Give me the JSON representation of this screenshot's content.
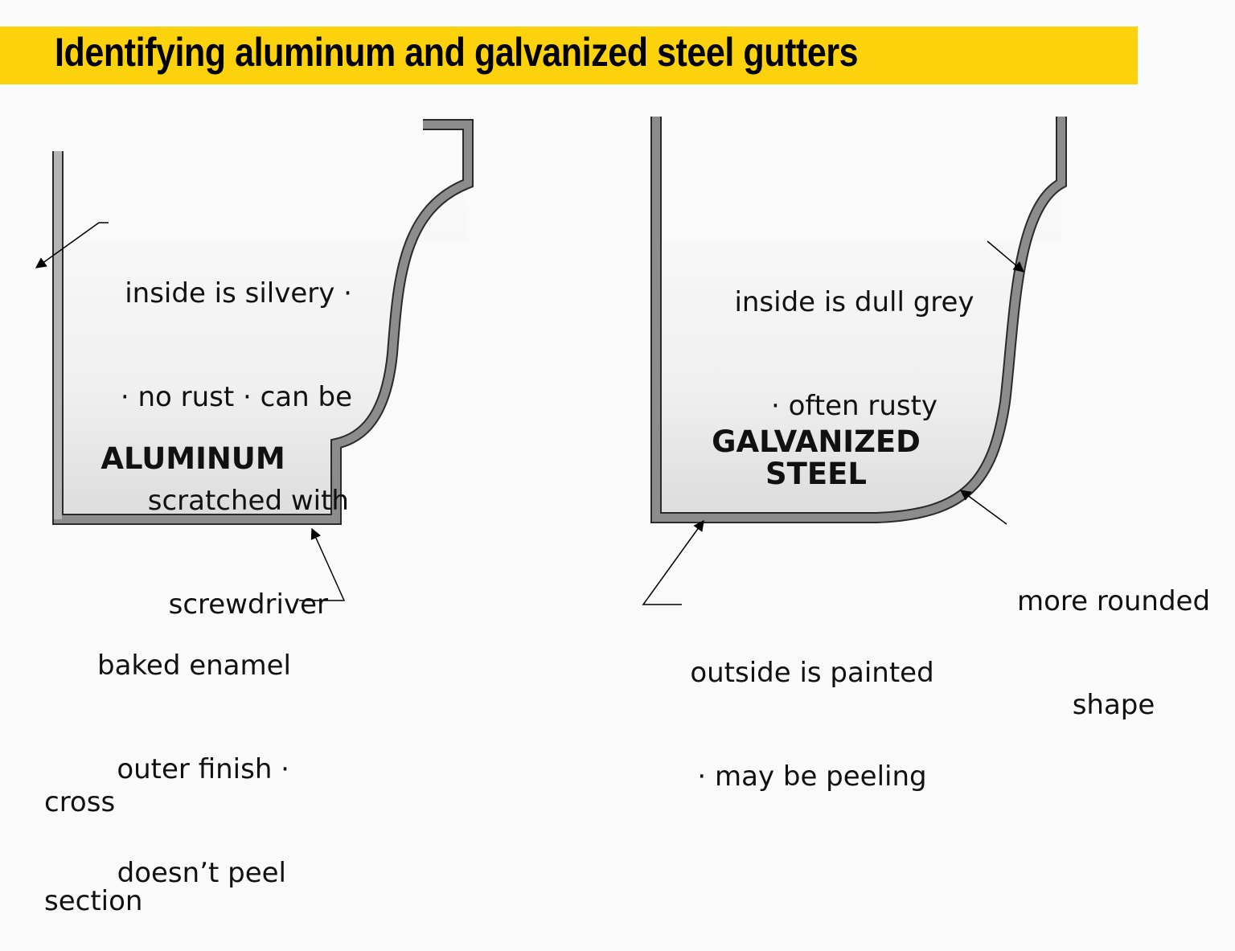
{
  "title": "Identifying aluminum and galvanized steel gutters",
  "colors": {
    "banner": "#fcd20c",
    "gutter": "#8c8c8c",
    "outline": "#2a2a2a"
  },
  "aluminum": {
    "label": "ALUMINUM",
    "inside_note": [
      "inside is silvery ·",
      "· no rust · can be",
      "scratched with",
      "screwdriver"
    ],
    "outside_note": [
      "baked enamel",
      "outer finish ·",
      "doesn’t peel"
    ]
  },
  "galvanized": {
    "label": [
      "GALVANIZED",
      "STEEL"
    ],
    "inside_note": [
      "inside is dull grey",
      "· often rusty"
    ],
    "shape_note": [
      "more rounded",
      "shape"
    ],
    "outside_note": [
      "outside is painted",
      "· may be peeling"
    ]
  },
  "footer": [
    "cross",
    "section"
  ]
}
